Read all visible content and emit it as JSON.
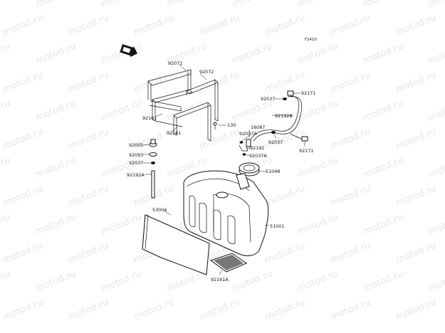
{
  "watermark": "motod.ru",
  "figure_code": "F2410",
  "callouts": [
    {
      "id": "92072a",
      "text": "92072"
    },
    {
      "id": "92072b",
      "text": "92072"
    },
    {
      "id": "92161a",
      "text": "92161"
    },
    {
      "id": "92161b",
      "text": "92161"
    },
    {
      "id": "130",
      "text": "130"
    },
    {
      "id": "92171a",
      "text": "92171"
    },
    {
      "id": "92037a",
      "text": "92037"
    },
    {
      "id": "92192b",
      "text": "92192B"
    },
    {
      "id": "16087",
      "text": "16087"
    },
    {
      "id": "92037A-1",
      "text": "92037A"
    },
    {
      "id": "92037b",
      "text": "92037"
    },
    {
      "id": "92171b",
      "text": "92171"
    },
    {
      "id": "92192",
      "text": "92192"
    },
    {
      "id": "92037A-2",
      "text": "92037A"
    },
    {
      "id": "92005",
      "text": "92005"
    },
    {
      "id": "92093",
      "text": "92093"
    },
    {
      "id": "92037c",
      "text": "92037"
    },
    {
      "id": "92192A",
      "text": "92192A"
    },
    {
      "id": "51048",
      "text": "51048"
    },
    {
      "id": "53004",
      "text": "53004"
    },
    {
      "id": "51001",
      "text": "51001"
    },
    {
      "id": "92161A",
      "text": "92161A"
    }
  ]
}
